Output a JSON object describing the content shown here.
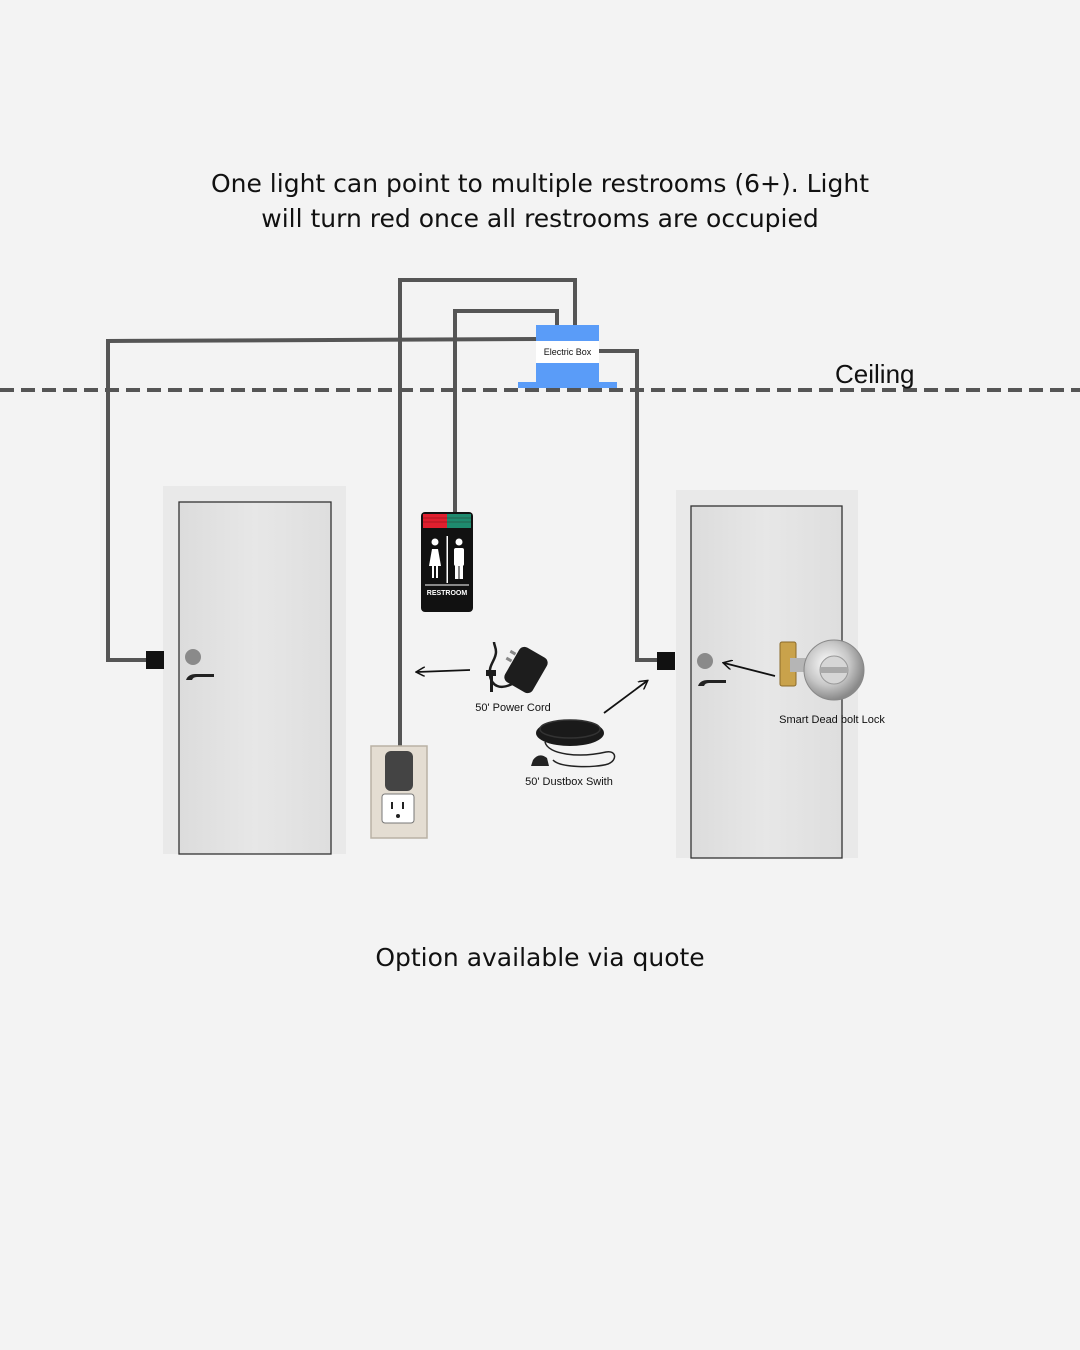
{
  "heading": {
    "line1": "One light can point to multiple restrooms (6+). Light",
    "line2": "will turn red once all restrooms are occupied"
  },
  "labels": {
    "ceiling": "Ceiling",
    "electric_box": "Electric Box",
    "restroom_sign": "RESTROOM",
    "power_cord": "50' Power Cord",
    "dustbox_switch": "50' Dustbox Swith",
    "deadbolt_lock": "Smart Dead bolt Lock"
  },
  "footer": {
    "text": "Option available via quote"
  },
  "colors": {
    "background": "#f3f3f3",
    "wire": "#555555",
    "electric_box": "#5a9cf8",
    "door": "#e2e2e2",
    "sign_red_led": "#e01f2e",
    "sign_green_led": "#1e8a6e"
  }
}
